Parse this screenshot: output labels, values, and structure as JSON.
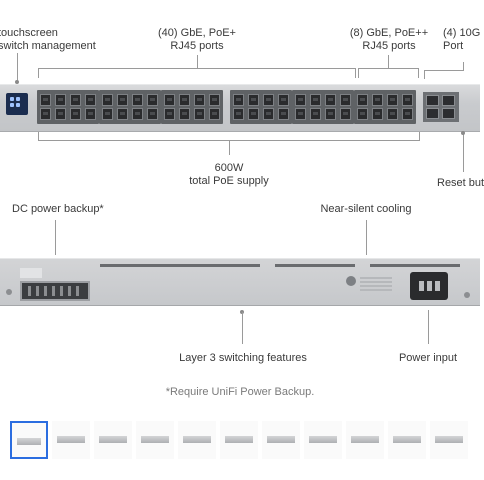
{
  "callouts": {
    "touchscreen": "touchscreen\nswitch management",
    "gbe_poe": "(40) GbE, PoE+\nRJ45 ports",
    "gbe_poepp": "(8) GbE, PoE++\nRJ45 ports",
    "sfp": "(4) 10G\nPort",
    "poe_supply": "600W\ntotal PoE supply",
    "reset": "Reset but",
    "dc_backup": "DC power backup*",
    "cooling": "Near-silent cooling",
    "layer3": "Layer 3 switching features",
    "power_input": "Power input"
  },
  "footnote": "*Require UniFi Power Backup.",
  "gallery": {
    "count": 11,
    "selected_index": 0
  }
}
